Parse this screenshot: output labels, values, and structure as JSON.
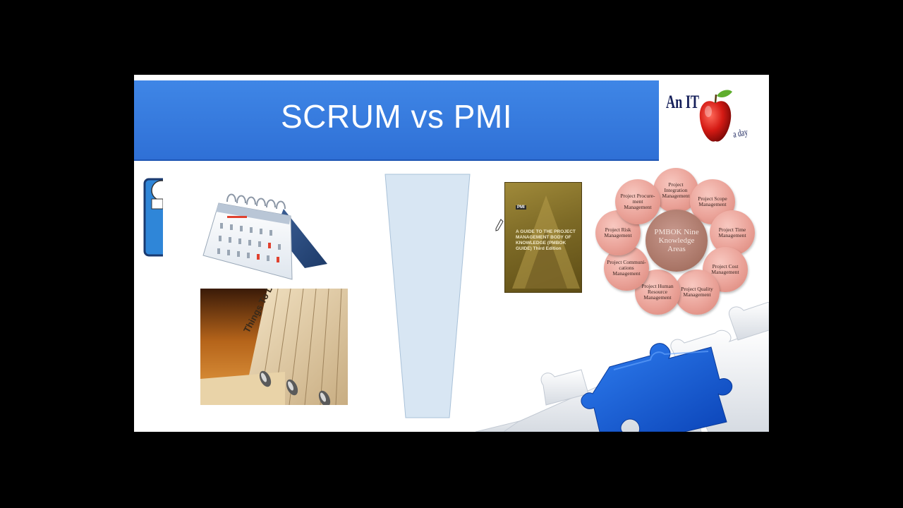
{
  "slide": {
    "title": "SCRUM vs PMI",
    "colors": {
      "title_bar": "#2f70d6",
      "funnel_fill": "#d8e6f3",
      "petal_fill": "#eaa298",
      "hub_fill": "#a87465",
      "puzzle_accent": "#1a5fd8"
    }
  },
  "logo": {
    "line1": "An IT",
    "line2": "a day",
    "icon": "apple-icon"
  },
  "images": {
    "left_icon": "scrum-mascot-icon",
    "calendar": "calendar-icon",
    "todo_label": "Things To Do",
    "funnel": "funnel-shape",
    "puzzle": "puzzle-icon"
  },
  "pmbok_book": {
    "tag": "PMI",
    "text": "A GUIDE TO THE PROJECT MANAGEMENT BODY OF KNOWLEDGE (PMBOK GUIDE) Third Edition"
  },
  "knowledge_areas": {
    "center": "PMBOK Nine Knowledge Areas",
    "areas": [
      "Project Integration Management",
      "Project Scope Management",
      "Project Time Management",
      "Project Cost Management",
      "Project Quality Management",
      "Project Human Resource Management",
      "Project Communi-cations Management",
      "Project Risk Management",
      "Project Procure-ment Management"
    ]
  }
}
